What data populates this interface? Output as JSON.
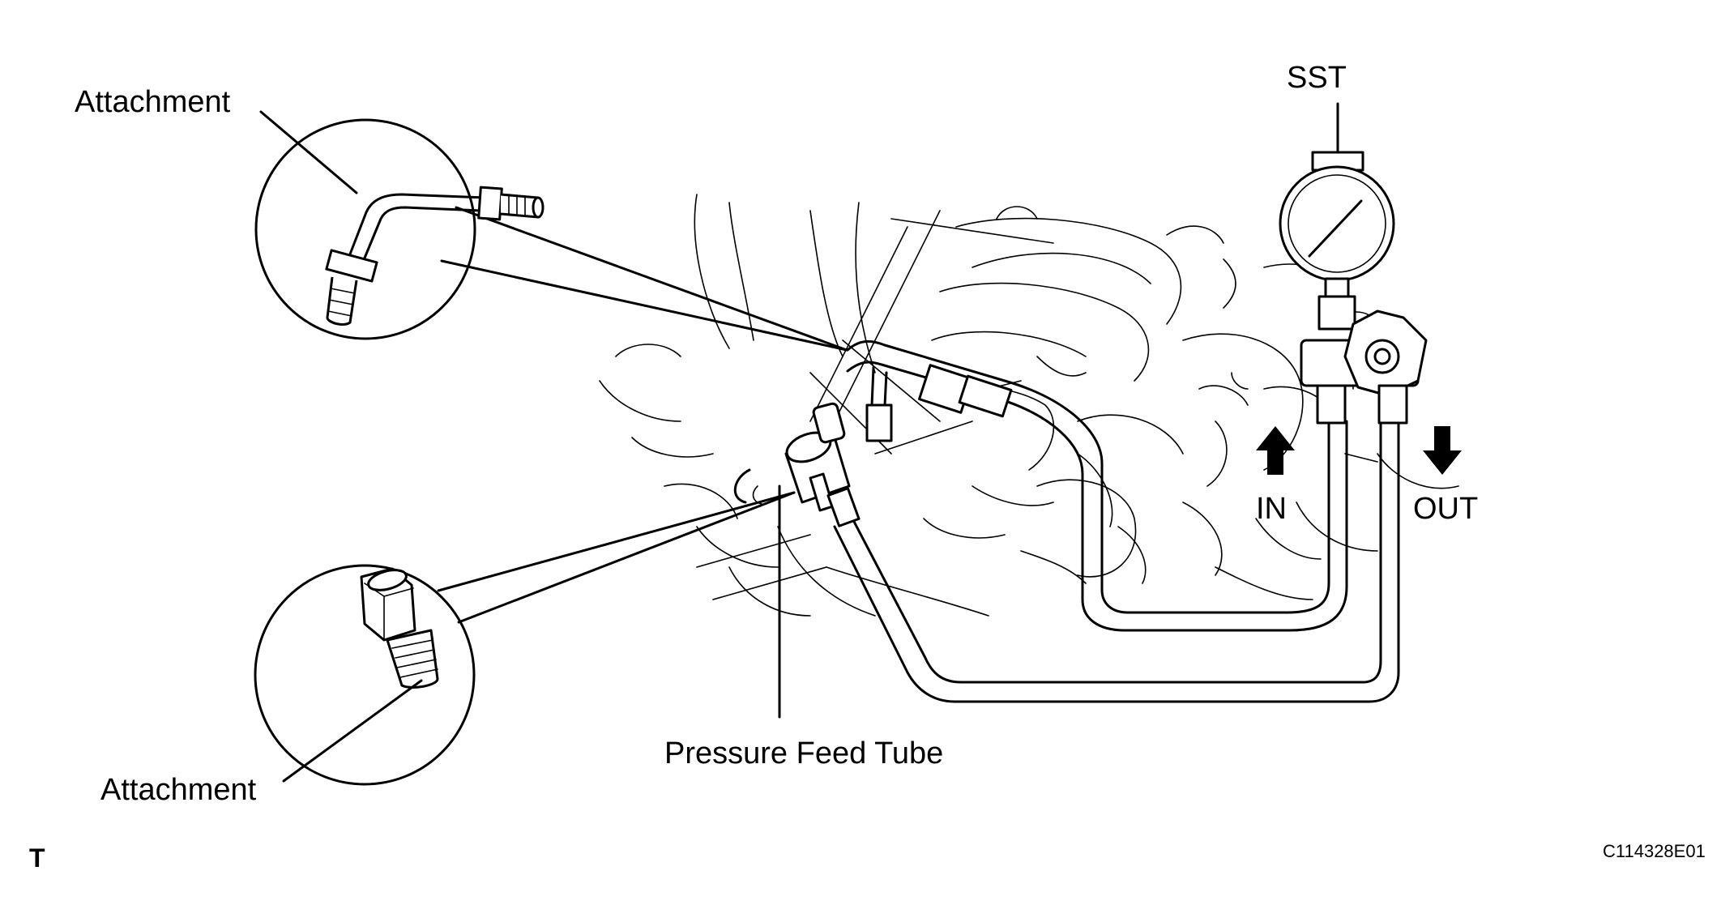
{
  "labels": {
    "attachment_top": "Attachment",
    "attachment_bottom": "Attachment",
    "pressure_feed_tube": "Pressure Feed Tube",
    "sst": "SST",
    "in": "IN",
    "out": "OUT",
    "corner_mark": "T",
    "figure_code": "C114328E01"
  },
  "icons": [
    "pressure-gauge-icon",
    "valve-knob-icon",
    "arrow-up-icon",
    "arrow-down-icon"
  ],
  "colors": {
    "ink": "#000000",
    "background": "#ffffff"
  }
}
